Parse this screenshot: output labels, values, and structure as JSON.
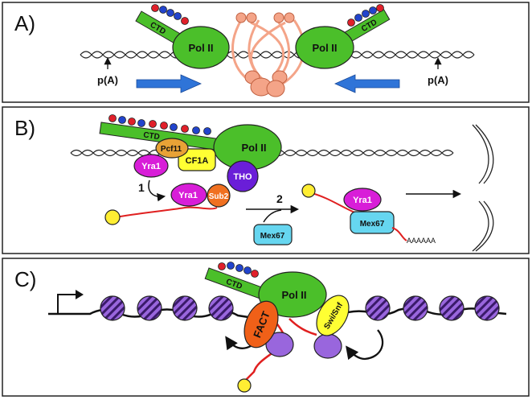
{
  "panels": [
    {
      "label": "A)",
      "pol_left": "Pol II",
      "pol_right": "Pol II",
      "ctd_left": "CTD",
      "ctd_right": "CTD",
      "polya_left": "p(A)",
      "polya_right": "p(A)"
    },
    {
      "label": "B)",
      "ctd": "CTD",
      "pol": "Pol II",
      "pcf11": "Pcf11",
      "cf1a": "CF1A",
      "yra1_a": "Yra1",
      "tho": "THO",
      "yra1_b": "Yra1",
      "sub2": "Sub2",
      "step1": "1",
      "step2": "2",
      "mex67_free": "Mex67",
      "yra1_c": "Yra1",
      "mex67_bound": "Mex67",
      "polya_tail": "AAAAAA"
    },
    {
      "label": "C)",
      "ctd": "CTD",
      "pol": "Pol II",
      "fact": "FACT",
      "swisnf": "Swi/Snf"
    }
  ],
  "colors": {
    "pol": "#4bbf2a",
    "ctd_bar": "#4bbf2a",
    "ctd_dot_red": "#e0202a",
    "ctd_dot_blue": "#2244cc",
    "arrow_blue": "#2f74d8",
    "tho_factor": "#f4a488",
    "yra1": "#d81ed8",
    "cf1a": "#ffff33",
    "pcf11": "#e8a236",
    "tho": "#6a1ed8",
    "sub2": "#f07020",
    "mex67": "#66d6f0",
    "cap": "#ffee33",
    "mrna": "#e02020",
    "nucleosome": "#9966dd",
    "fact": "#f06018",
    "swisnf": "#ffff33"
  }
}
